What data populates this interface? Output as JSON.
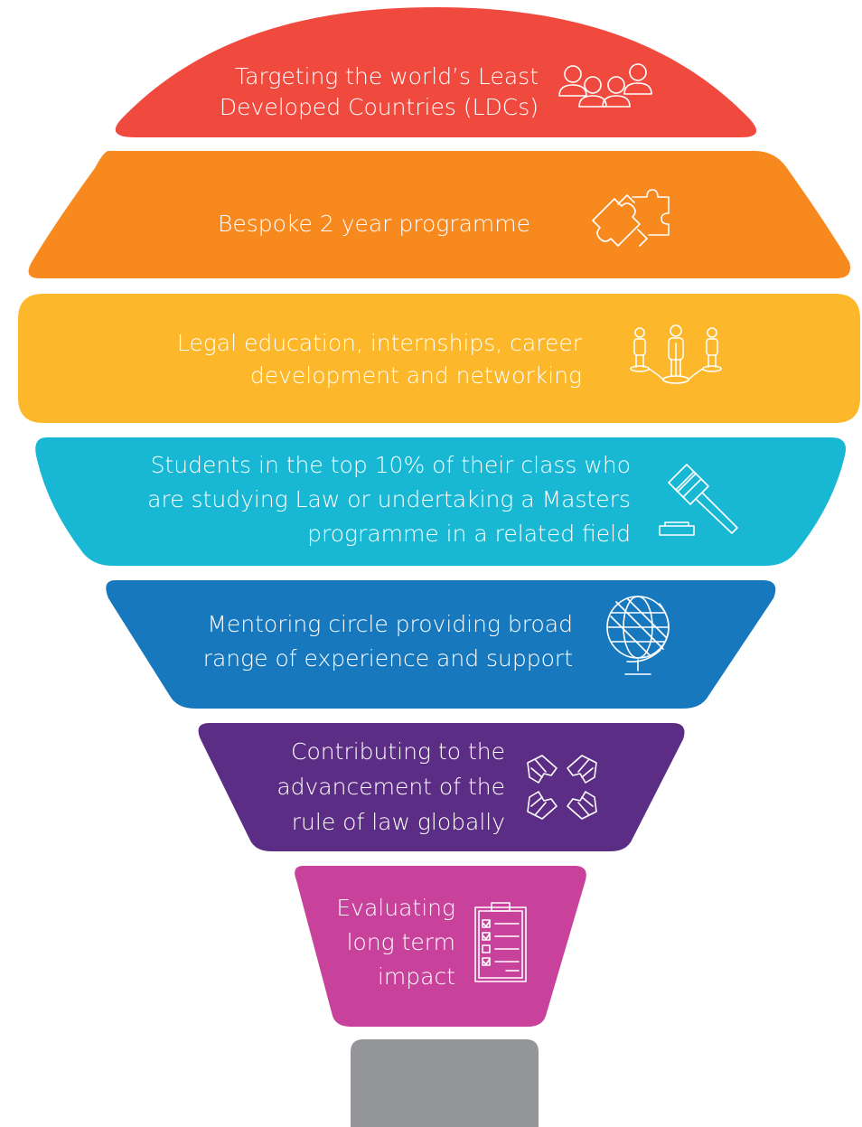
{
  "layers": [
    {
      "id": "ldc",
      "color": "#f04a3f",
      "lines": [
        "Targeting the world’s Least",
        "Developed Countries (LDCs)"
      ],
      "icon": "people-group-icon"
    },
    {
      "id": "programme",
      "color": "#f7891f",
      "lines": [
        "Bespoke 2 year programme"
      ],
      "icon": "puzzle-pieces-icon"
    },
    {
      "id": "education",
      "color": "#fcb72b",
      "lines": [
        "Legal education, internships, career",
        "development and networking"
      ],
      "icon": "network-people-icon"
    },
    {
      "id": "students",
      "color": "#18b8d5",
      "lines": [
        "Students in the top 10% of their class who",
        "are studying Law or undertaking a Masters",
        "programme in a related field"
      ],
      "icon": "gavel-icon"
    },
    {
      "id": "mentoring",
      "color": "#1878bd",
      "lines": [
        "Mentoring circle providing broad",
        "range of experience and support"
      ],
      "icon": "globe-icon"
    },
    {
      "id": "rule-of-law",
      "color": "#5c2d84",
      "lines": [
        "Contributing to the",
        "advancement of the",
        "rule of law globally"
      ],
      "icon": "joined-hands-icon"
    },
    {
      "id": "evaluation",
      "color": "#c8429b",
      "lines": [
        "Evaluating",
        "long term",
        "impact"
      ],
      "icon": "checklist-clipboard-icon"
    }
  ],
  "base": {
    "color": "#939598"
  }
}
